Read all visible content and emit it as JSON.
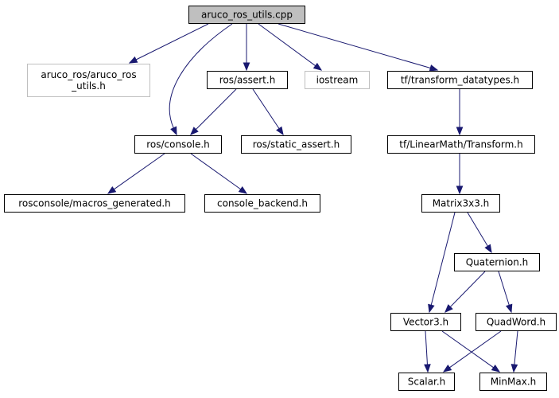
{
  "graph": {
    "nodes": {
      "root": {
        "lines": [
          "aruco_ros_utils.cpp"
        ],
        "kind": "root"
      },
      "aruco_utils_h": {
        "lines": [
          "aruco_ros/aruco_ros",
          "_utils.h"
        ],
        "kind": "missing"
      },
      "ros_assert": {
        "lines": [
          "ros/assert.h"
        ],
        "kind": "normal"
      },
      "iostream": {
        "lines": [
          "iostream"
        ],
        "kind": "missing"
      },
      "tf_datatypes": {
        "lines": [
          "tf/transform_datatypes.h"
        ],
        "kind": "normal"
      },
      "ros_console": {
        "lines": [
          "ros/console.h"
        ],
        "kind": "normal"
      },
      "static_assert": {
        "lines": [
          "ros/static_assert.h"
        ],
        "kind": "normal"
      },
      "tf_transform": {
        "lines": [
          "tf/LinearMath/Transform.h"
        ],
        "kind": "normal"
      },
      "macros_generated": {
        "lines": [
          "rosconsole/macros_generated.h"
        ],
        "kind": "normal"
      },
      "console_backend": {
        "lines": [
          "console_backend.h"
        ],
        "kind": "normal"
      },
      "matrix3x3": {
        "lines": [
          "Matrix3x3.h"
        ],
        "kind": "normal"
      },
      "quaternion": {
        "lines": [
          "Quaternion.h"
        ],
        "kind": "normal"
      },
      "vector3": {
        "lines": [
          "Vector3.h"
        ],
        "kind": "normal"
      },
      "quadword": {
        "lines": [
          "QuadWord.h"
        ],
        "kind": "normal"
      },
      "scalar": {
        "lines": [
          "Scalar.h"
        ],
        "kind": "normal"
      },
      "minmax": {
        "lines": [
          "MinMax.h"
        ],
        "kind": "normal"
      }
    },
    "edges": [
      [
        "root",
        "aruco_utils_h"
      ],
      [
        "root",
        "ros_console"
      ],
      [
        "root",
        "ros_assert"
      ],
      [
        "root",
        "iostream"
      ],
      [
        "root",
        "tf_datatypes"
      ],
      [
        "ros_assert",
        "ros_console"
      ],
      [
        "ros_assert",
        "static_assert"
      ],
      [
        "ros_console",
        "macros_generated"
      ],
      [
        "ros_console",
        "console_backend"
      ],
      [
        "tf_datatypes",
        "tf_transform"
      ],
      [
        "tf_transform",
        "matrix3x3"
      ],
      [
        "matrix3x3",
        "vector3"
      ],
      [
        "matrix3x3",
        "quaternion"
      ],
      [
        "quaternion",
        "vector3"
      ],
      [
        "quaternion",
        "quadword"
      ],
      [
        "vector3",
        "scalar"
      ],
      [
        "vector3",
        "minmax"
      ],
      [
        "quadword",
        "scalar"
      ],
      [
        "quadword",
        "minmax"
      ]
    ],
    "colors": {
      "edge": "#191970",
      "root_fill": "#bfbfbf",
      "missing_border": "#bfbfbf",
      "node_border": "#000000"
    }
  }
}
